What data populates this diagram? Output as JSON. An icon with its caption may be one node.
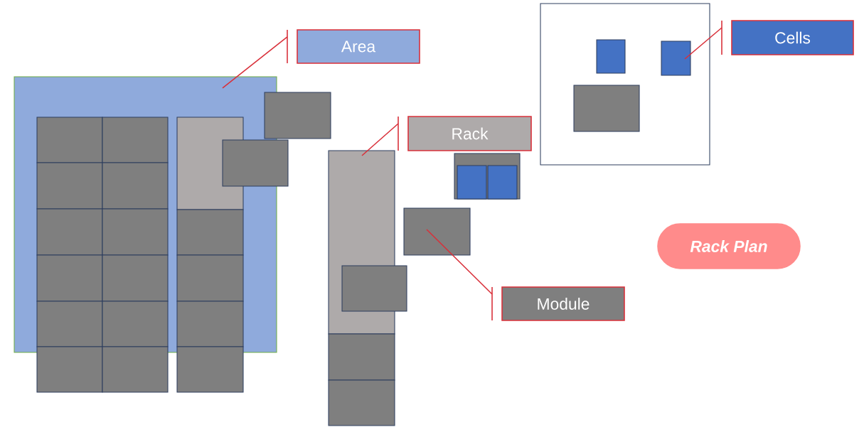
{
  "diagram": {
    "nodes": [
      {
        "text": [
          "Area"
        ]
      },
      {
        "text": [],
        "shape": "box"
      },
      {
        "text": [],
        "shape": "box",
        "in": 1
      },
      {
        "text": [],
        "shape": "box",
        "in": 1
      },
      {
        "text": [],
        "shape": "box",
        "in": 1
      },
      {
        "text": [],
        "shape": "box",
        "in": 1
      },
      {
        "text": [],
        "shape": "box",
        "in": 1
      },
      {
        "text": [],
        "shape": "box",
        "in": 1
      },
      {
        "text": [],
        "shape": "box",
        "in": 1
      },
      {
        "text": [],
        "shape": "box",
        "in": 1
      },
      {
        "text": [],
        "shape": "box",
        "in": 1
      },
      {
        "text": [],
        "shape": "box",
        "in": 1
      },
      {
        "text": [],
        "shape": "box"
      },
      {
        "text": [],
        "shape": "box"
      },
      {
        "text": [],
        "shape": "box",
        "in": 1
      },
      {
        "text": [],
        "shape": "box",
        "in": 1
      },
      {
        "text": [],
        "shape": "box",
        "in": 1
      },
      {
        "text": [],
        "shape": "box",
        "in": 1
      },
      {
        "text": [],
        "shape": "box"
      },
      {
        "text": [],
        "shape": "box"
      },
      {
        "text": [],
        "shape": "box"
      },
      {
        "text": [
          "Rack"
        ]
      },
      {
        "text": [],
        "shape": "box"
      },
      {
        "text": [],
        "shape": "box"
      },
      {
        "text": [],
        "shape": "box"
      },
      {
        "text": [],
        "shape": "box"
      },
      {
        "text": [],
        "shape": "box"
      },
      {
        "text": [],
        "shape": "box",
        "in": 26
      },
      {
        "text": [],
        "shape": "box",
        "in": 26
      },
      {
        "text": [],
        "shape": "box"
      },
      {
        "text": [
          "Module"
        ]
      },
      {
        "text": [],
        "shape": "box"
      },
      {
        "text": [],
        "shape": "box",
        "in": 31
      },
      {
        "text": [],
        "shape": "box",
        "in": 31
      },
      {
        "text": [],
        "shape": "box",
        "in": 31
      },
      {
        "text": [
          "Cells"
        ]
      },
      {
        "text": [
          "Rack Plan"
        ]
      }
    ],
    "edges": [
      {
        "from": 0,
        "to": 1,
        "arrow": "none"
      },
      {
        "from": 21,
        "to": 22,
        "arrow": "none"
      },
      {
        "from": 30,
        "to": 29,
        "arrow": "none"
      },
      {
        "from": 35,
        "to": 33,
        "arrow": "none"
      }
    ]
  }
}
